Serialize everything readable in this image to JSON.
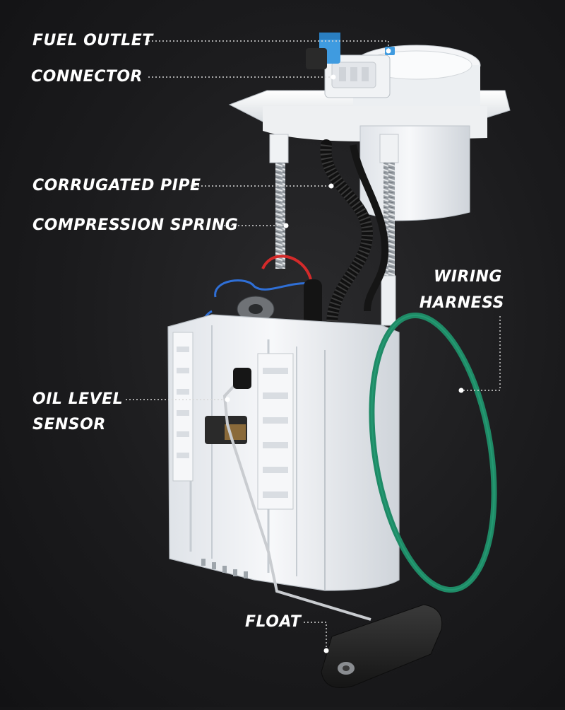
{
  "labels": {
    "fuel_outlet": "FUEL OUTLET",
    "connector": "CONNECTOR",
    "corrugated_pipe": "CORRUGATED PIPE",
    "compression_spring": "COMPRESSION SPRING",
    "wiring_line1": "WIRING",
    "wiring_line2": "HARNESS",
    "oil_line1": "OIL LEVEL",
    "oil_line2": "SENSOR",
    "float": "FLOAT"
  },
  "colors": {
    "background": "#1b1b1d",
    "label_text": "#ffffff",
    "leader_line": "#d8d8d8",
    "plastic": "#f2f4f6",
    "fuel_outlet_cap": "#3f9be0",
    "gasket_ring": "#1f8a66",
    "wire_blue": "#2f6fd6",
    "wire_red": "#d42a2a",
    "float_body": "#262626"
  }
}
